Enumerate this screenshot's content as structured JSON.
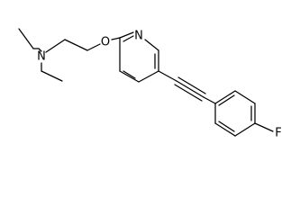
{
  "structure": {
    "atoms": {
      "N_amine": "N",
      "O_ether": "O",
      "N_ring": "N",
      "F": "F"
    }
  }
}
